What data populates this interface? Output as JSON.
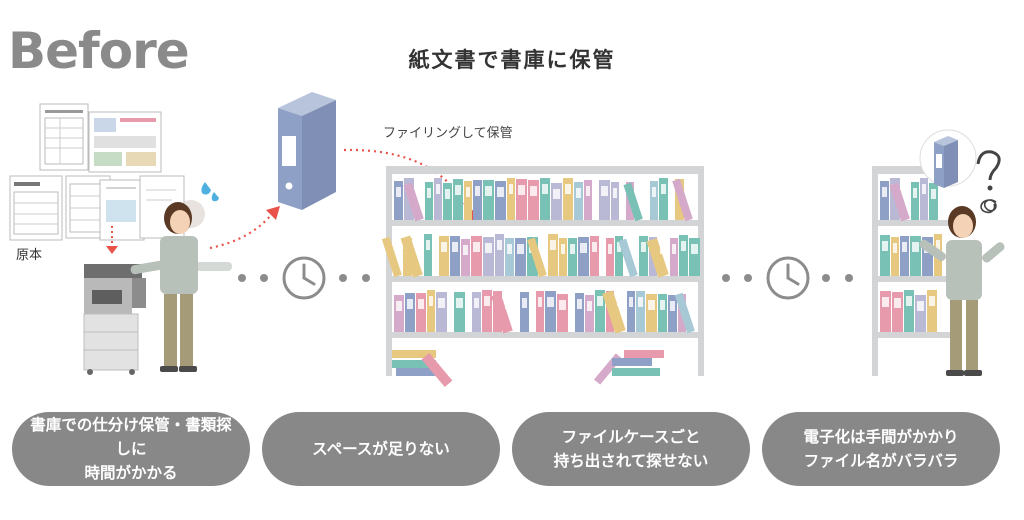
{
  "header": {
    "before_label": "Before",
    "main_title": "紙文書で書庫に保管"
  },
  "labels": {
    "filing": "ファイリングして保管",
    "original": "原本"
  },
  "issues": [
    {
      "text": "書庫での仕分け保管・書類探しに\n時間がかかる"
    },
    {
      "text": "スペースが足りない"
    },
    {
      "text": "ファイルケースごと\n持ち出されて探せない"
    },
    {
      "text": "電子化は手間がかかり\nファイル名がバラバラ"
    }
  ],
  "colors": {
    "accent_arrow": "#e8524a",
    "binder_blue": "#7f8fb5",
    "shelf_gray": "#d3d4d6",
    "pill_gray": "#888888",
    "binder_palette": [
      "#8fa0c6",
      "#79c0b5",
      "#e6c880",
      "#e79aab",
      "#d5a9c9",
      "#a7c9d6",
      "#b9b9d6"
    ]
  },
  "icons": {
    "timer": "clock-icon",
    "confusion": "question-mark-icon",
    "sweat": "sweat-drop-icon"
  }
}
